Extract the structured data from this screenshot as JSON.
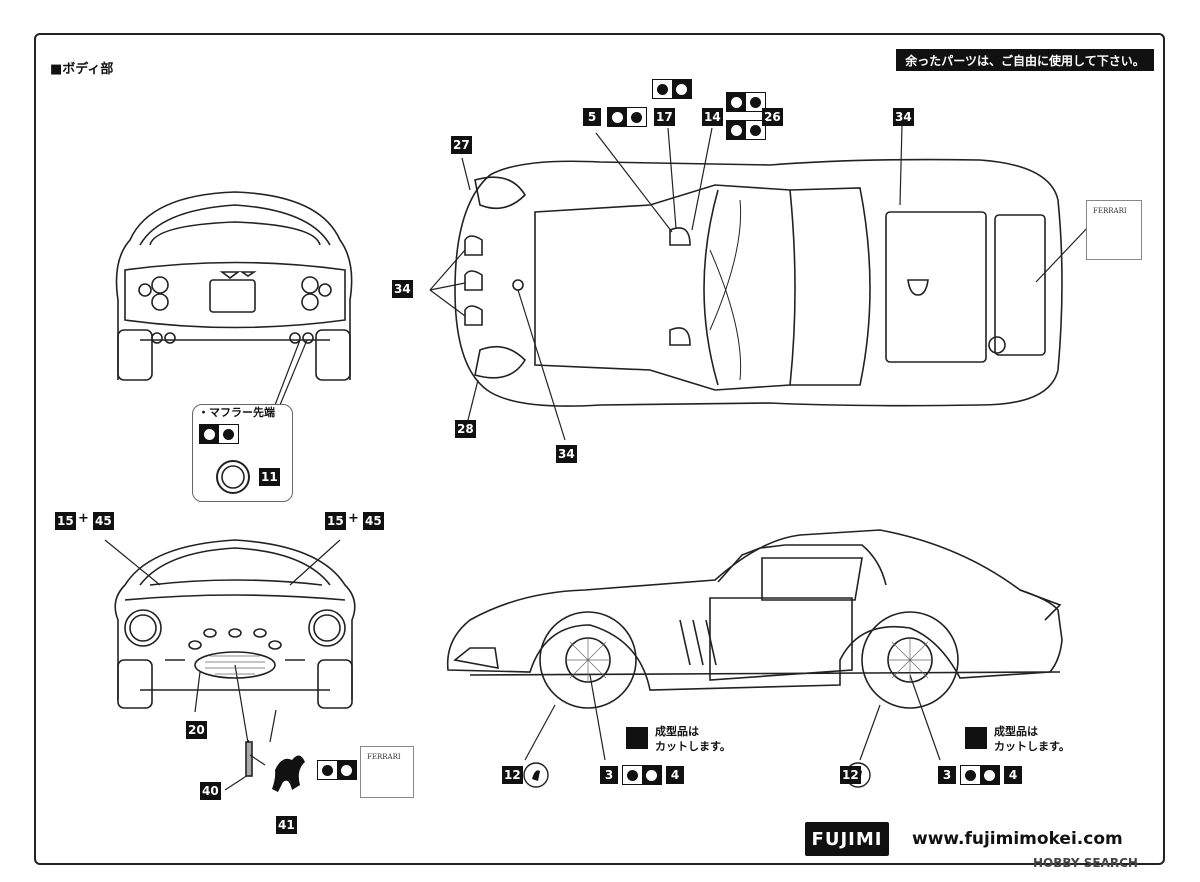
{
  "section_title": "■ボディ部",
  "note": "余ったパーツは、ご自由に使用して下さい。",
  "muffler_label": "・マフラー先端",
  "cut_note": "成型品は\nカットします。",
  "cut_note_line1": "成型品は",
  "cut_note_line2": "カットします。",
  "footer_logo": "FUJIMI",
  "footer_url": "www.fujimimokei.com",
  "watermark": "HOBBY SEARCH",
  "decal_text": "FERRARI",
  "parts": {
    "p27": "27",
    "p5": "5",
    "p17": "17",
    "p14": "14",
    "p26": "26",
    "p34a": "34",
    "p34b": "34",
    "p28": "28",
    "p34c": "34",
    "p11": "11",
    "p15a": "15",
    "p45a": "45",
    "p15b": "15",
    "p45b": "45",
    "p20": "20",
    "p40": "40",
    "p41": "41",
    "p12a": "12",
    "p3a": "3",
    "p4a": "4",
    "p12b": "12",
    "p3b": "3",
    "p4b": "4"
  },
  "plus": "+"
}
